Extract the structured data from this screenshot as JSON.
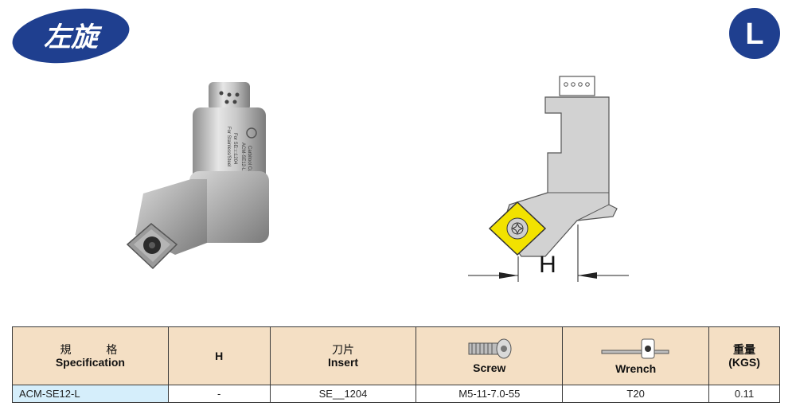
{
  "badges": {
    "left_text": "左旋",
    "right_text": "L",
    "color": "#1f3f8f"
  },
  "drawing": {
    "dimension_label": "H",
    "insert_color": "#f2e200"
  },
  "photo": {
    "engraving_line1": "Carbitool Cutter",
    "engraving_line2": "ACM-SE12-L",
    "engraving_line3": "For SE□□1204",
    "engraving_line4": "For Stainless/Steel"
  },
  "table": {
    "headers": {
      "spec_cn": "規  格",
      "spec_en": "Specification",
      "h": "H",
      "insert_cn": "刀片",
      "insert_en": "Insert",
      "screw_en": "Screw",
      "wrench_en": "Wrench",
      "weight_cn": "重量",
      "weight_en": "(KGS)"
    },
    "row": {
      "spec": "ACM-SE12-L",
      "h": "-",
      "insert": "SE__1204",
      "screw": "M5-11-7.0-55",
      "wrench": "T20",
      "weight": "0.11"
    },
    "colors": {
      "header_bg": "#f4dfc4",
      "first_cell_bg": "#d5eefb"
    }
  },
  "icons": [
    "screw-icon",
    "wrench-icon",
    "torx-screw-icon"
  ]
}
